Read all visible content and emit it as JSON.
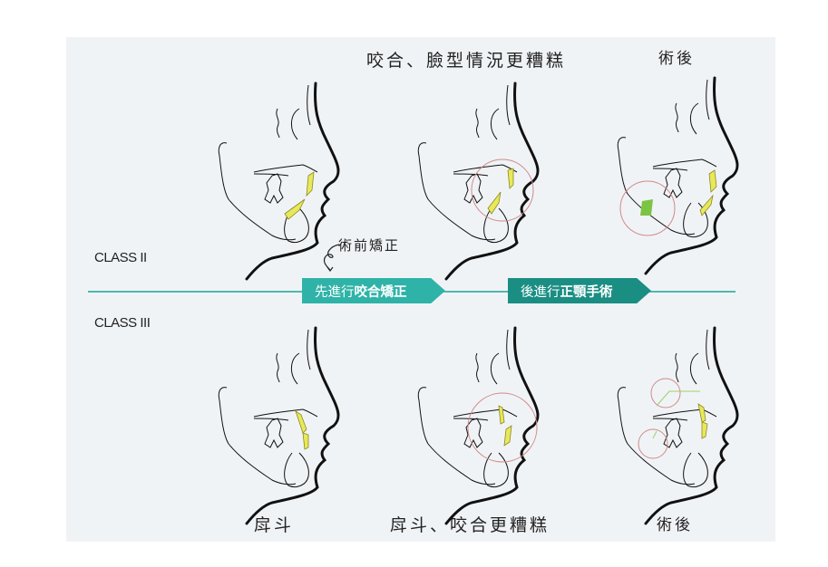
{
  "top_row": {
    "row_label": "CLASS II",
    "captions": [
      "咬合、臉型情況更糟糕",
      "術後"
    ],
    "annotation": "術前矯正"
  },
  "bottom_row": {
    "row_label": "CLASS III",
    "captions": [
      "戽斗",
      "戽斗、咬合更糟糕",
      "術後"
    ]
  },
  "timeline": {
    "step1": {
      "prefix": "先進行",
      "emphasis": "咬合矯正",
      "color": "#2fb3a8"
    },
    "step2": {
      "prefix": "後進行",
      "emphasis": "正顎手術",
      "color": "#1b8e84"
    },
    "line_color": "#4fb8b0"
  },
  "colors": {
    "panel_bg": "#f0f3f6",
    "outline": "#111111",
    "tooth_highlight": "#e8e85a",
    "circle_marker": "#d08a8a",
    "bone_block": "#7cc444"
  },
  "figures": [
    {
      "id": "class2-before",
      "highlight_circle": false
    },
    {
      "id": "class2-worse",
      "highlight_circle": true
    },
    {
      "id": "class2-after",
      "highlight_circle": true,
      "bone_block": true
    },
    {
      "id": "class3-before",
      "highlight_circle": false
    },
    {
      "id": "class3-worse",
      "highlight_circle": true
    },
    {
      "id": "class3-after",
      "highlight_circle": true,
      "double_circle": true
    }
  ]
}
